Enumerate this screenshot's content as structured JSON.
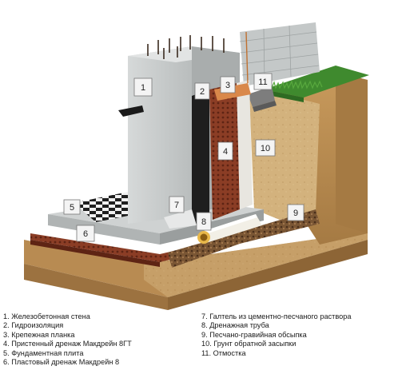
{
  "labels": {
    "n1": "1",
    "n2": "2",
    "n3": "3",
    "n4": "4",
    "n5": "5",
    "n6": "6",
    "n7": "7",
    "n8": "8",
    "n9": "9",
    "n10": "10",
    "n11": "11"
  },
  "legend": {
    "left": [
      "1. Железобетонная стена",
      "2. Гидроизоляция",
      "3. Крепежная планка",
      "4. Пристенный дренаж Макдрейн 8ГТ",
      "5. Фундаментная плита",
      "6. Пластовый дренаж Макдрейн 8"
    ],
    "right": [
      "7. Галтель из цементно-песчаного раствора",
      "8. Дренажная труба",
      "9. Песчано-гравийная обсыпка",
      "10. Грунт обратной засыпки",
      "11. Отмостка"
    ]
  },
  "colors": {
    "concrete": "#c9cccc",
    "concrete_dark": "#9ea3a3",
    "soil": "#c9a46a",
    "membrane": "#8a3a22",
    "grass": "#3f8a2e",
    "gravel": "#6b4a2f",
    "pipe": "#e8b84a"
  }
}
